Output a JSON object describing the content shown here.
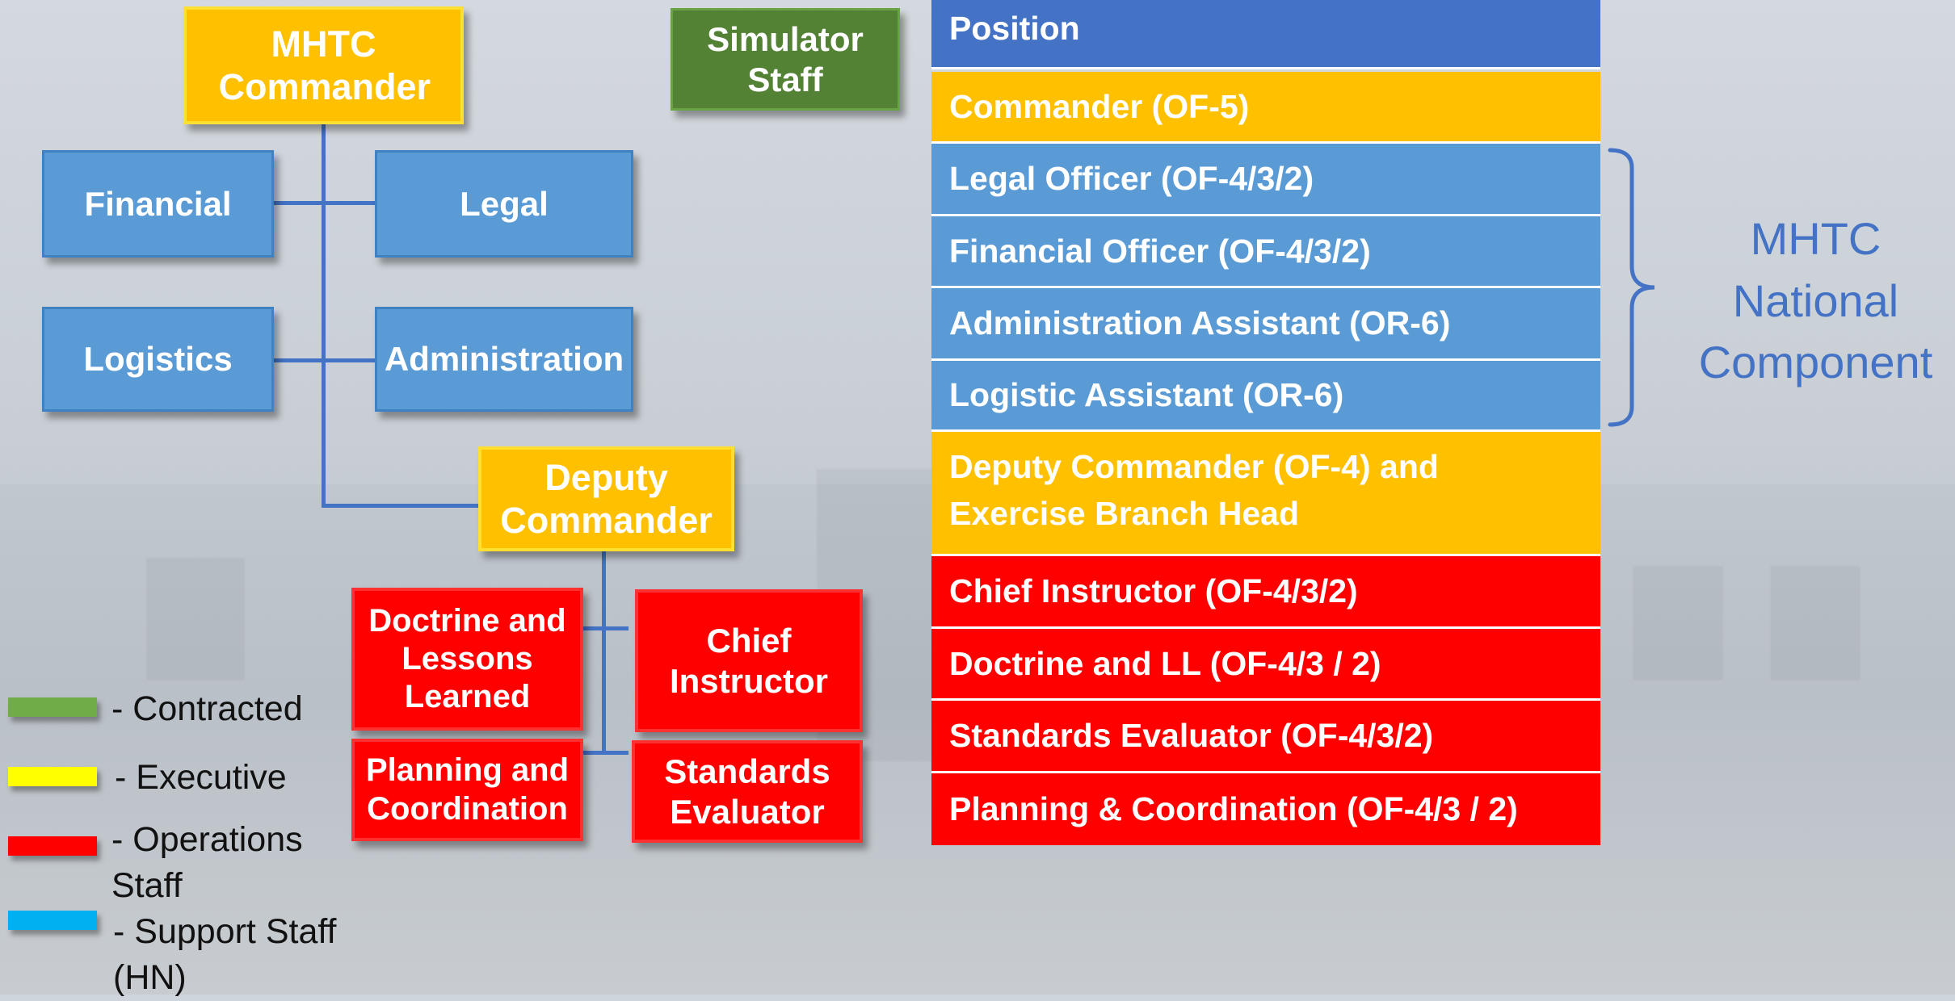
{
  "org_chart": {
    "mhtc_commander": "MHTC Commander",
    "simulator_staff": "Simulator Staff",
    "financial": "Financial",
    "legal": "Legal",
    "logistics": "Logistics",
    "administration": "Administration",
    "deputy_commander": "Deputy Commander",
    "doctrine_lessons": "Doctrine and Lessons Learned",
    "chief_instructor": "Chief Instructor",
    "planning_coordination": "Planning and Coordination",
    "standards_evaluator": "Standards Evaluator"
  },
  "table": {
    "header": "Position",
    "rows": [
      {
        "label": "Commander (OF-5)",
        "color": "#ffc000"
      },
      {
        "label": "Legal Officer (OF-4/3/2)",
        "color": "#5b9bd5"
      },
      {
        "label": "Financial Officer (OF-4/3/2)",
        "color": "#5b9bd5"
      },
      {
        "label": "Administration Assistant (OR-6)",
        "color": "#5b9bd5"
      },
      {
        "label": "Logistic Assistant (OR-6)",
        "color": "#5b9bd5"
      },
      {
        "label_line1": "Deputy Commander (OF-4) and",
        "label_line2": "Exercise Branch Head",
        "color": "#ffc000"
      },
      {
        "label": "Chief Instructor (OF-4/3/2)",
        "color": "#ff0000"
      },
      {
        "label": "Doctrine and LL (OF-4/3  / 2)",
        "color": "#ff0000"
      },
      {
        "label": "Standards Evaluator (OF-4/3/2)",
        "color": "#ff0000"
      },
      {
        "label": "Planning & Coordination (OF-4/3 / 2)",
        "color": "#ff0000"
      }
    ]
  },
  "national_component": {
    "line1": "MHTC",
    "line2": "National",
    "line3": "Component"
  },
  "legend": [
    {
      "label": "- Contracted",
      "color": "#70ad47"
    },
    {
      "label": "- Executive",
      "color": "#ffff00"
    },
    {
      "label": "- Operations Staff",
      "color": "#ff0000"
    },
    {
      "label": "- Support Staff (HN)",
      "color": "#00b0f0"
    }
  ]
}
